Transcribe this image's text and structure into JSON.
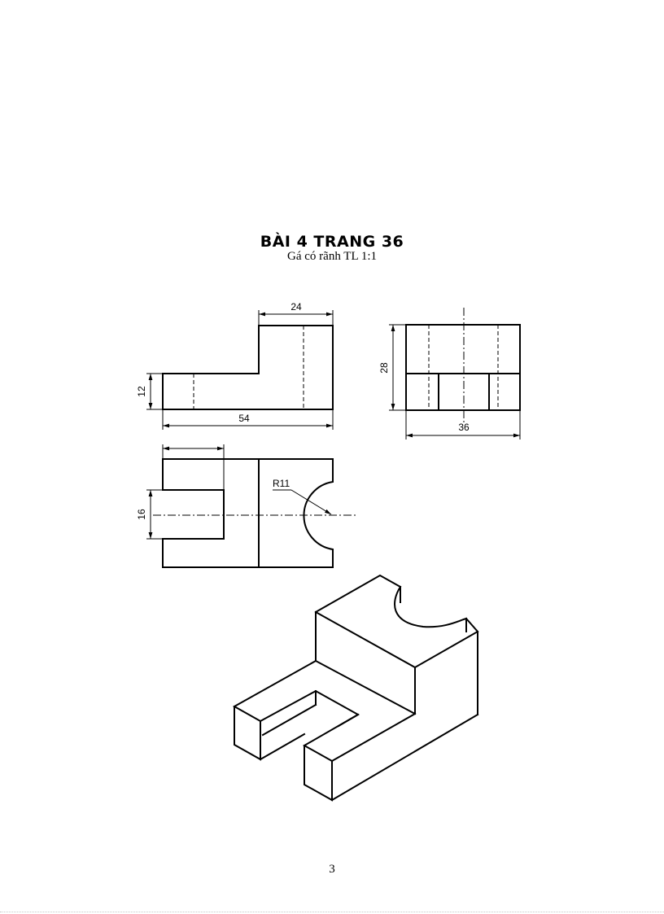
{
  "title": "BÀI 4 TRANG 36",
  "subtitle": "Gá có rãnh TL 1:1",
  "page_number": "3",
  "dimensions": {
    "front_top_width": "24",
    "front_step_height": "12",
    "front_total_width": "54",
    "side_height": "28",
    "side_width": "36",
    "top_slot_width": "16",
    "top_radius": "R11"
  }
}
